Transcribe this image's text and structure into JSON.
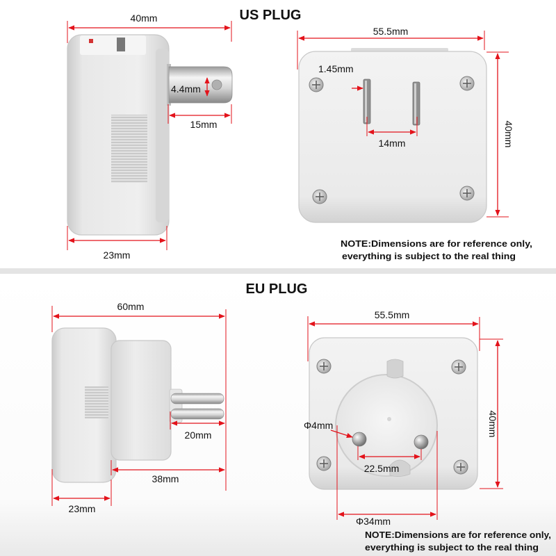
{
  "us_plug": {
    "title": "US PLUG",
    "side_view": {
      "overall_length": "40mm",
      "prong_thickness": "4.4mm",
      "prong_length": "15mm",
      "body_depth": "23mm"
    },
    "front_view": {
      "width": "55.5mm",
      "prong_width": "1.45mm",
      "prong_spacing": "14mm",
      "height": "40mm"
    },
    "note": {
      "line1": "NOTE:Dimensions are for reference only,",
      "line2": "everything is subject to the real thing"
    }
  },
  "eu_plug": {
    "title": "EU PLUG",
    "side_view": {
      "overall_length": "60mm",
      "pin_length": "20mm",
      "adapter_length": "38mm",
      "body_depth": "23mm"
    },
    "front_view": {
      "width": "55.5mm",
      "pin_diameter": "Φ4mm",
      "pin_spacing": "22.5mm",
      "socket_diameter": "Φ34mm",
      "height": "40mm"
    },
    "note": {
      "line1": "NOTE:Dimensions are for reference only,",
      "line2": "everything is subject to the real thing"
    }
  },
  "colors": {
    "dimension_line": "#e3131b",
    "plug_body": "#e8e8e8",
    "label_text": "#111111"
  }
}
